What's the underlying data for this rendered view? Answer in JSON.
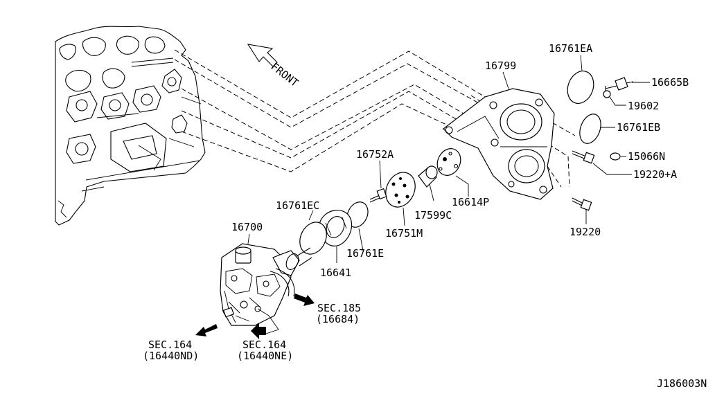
{
  "front_label": "FRONT",
  "diagram_id": "J186003N",
  "parts": {
    "p16761EA": "16761EA",
    "p16799": "16799",
    "p16665B": "16665B",
    "p19602": "19602",
    "p16761EB": "16761EB",
    "p15066N": "15066N",
    "p19220A": "19220+A",
    "p19220": "19220",
    "p16752A": "16752A",
    "p16614P": "16614P",
    "p17599C": "17599C",
    "p16751M": "16751M",
    "p16761EC": "16761EC",
    "p16761E": "16761E",
    "p16641": "16641",
    "p16700": "16700"
  },
  "sections": {
    "s185_name": "SEC.185",
    "s185_code": "(16684)",
    "s164a_name": "SEC.164",
    "s164a_code": "(16440ND)",
    "s164b_name": "SEC.164",
    "s164b_code": "(16440NE)"
  }
}
